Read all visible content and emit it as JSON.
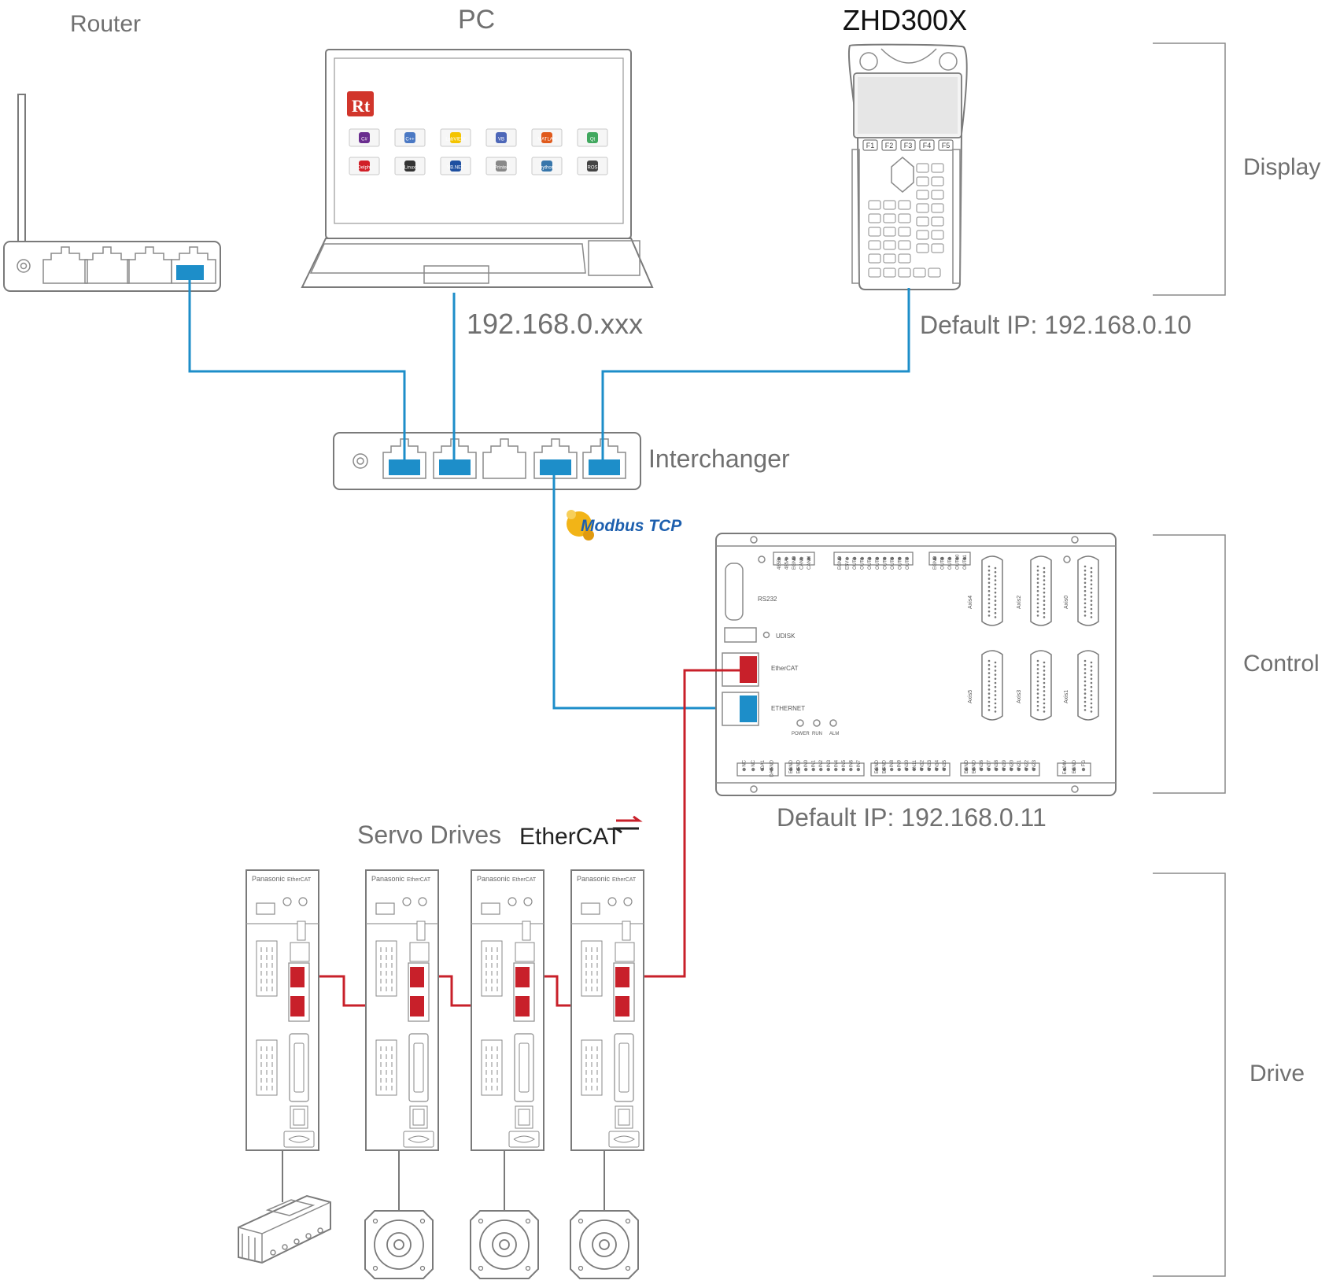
{
  "labels": {
    "router": "Router",
    "pc": "PC",
    "pendant": "ZHD300X",
    "pc_ip": "192.168.0.xxx",
    "pendant_ip": "Default IP: 192.168.0.10",
    "interchanger": "Interchanger",
    "modbus": "Modbus TCP",
    "controller_ip": "Default IP: 192.168.0.11",
    "servo_drives": "Servo Drives",
    "ethercat_logo": "EtherCAT"
  },
  "sections": [
    {
      "label": "Display"
    },
    {
      "label": "Control"
    },
    {
      "label": "Drive"
    }
  ],
  "pc_apps": [
    "C#",
    "C++",
    "LabVIEW",
    "VB",
    "MATLAB",
    "Qt",
    "Delphi",
    "Linux",
    "VB.NET",
    "Printer",
    "python",
    "ROS"
  ],
  "pc_logo": "Rt",
  "pendant_fkeys": [
    "F1",
    "F2",
    "F3",
    "F4",
    "F5"
  ],
  "controller": {
    "rs232": "RS232",
    "udisk": "UDISK",
    "ethercat_port": "EtherCAT",
    "ethernet_port": "ETHERNET",
    "leds": [
      "POWER",
      "RUN",
      "ALM"
    ],
    "axes_top": [
      "Axis4",
      "Axis2",
      "Axis0"
    ],
    "axes_bottom": [
      "Axis5",
      "Axis3",
      "Axis1"
    ],
    "top_terminals_1": [
      "485B",
      "485A",
      "EGND",
      "CANL",
      "CANH"
    ],
    "top_terminals_2": [
      "EGND",
      "E5V",
      "OUT0",
      "OUT1",
      "OUT2",
      "OUT3",
      "OUT4",
      "OUT5",
      "OUT6",
      "OUT7"
    ],
    "top_terminals_3": [
      "EGND",
      "OUT8",
      "OUT9",
      "OUT10",
      "OUT11"
    ],
    "bottom_terminals_1": [
      "NC",
      "NC",
      "DA1",
      "DAGND"
    ],
    "bottom_terminals_2": [
      "EGND",
      "EGND",
      "IN0",
      "IN1",
      "IN2",
      "IN3",
      "IN4",
      "IN5",
      "IN6",
      "IN7"
    ],
    "bottom_terminals_3": [
      "EGND",
      "EGND",
      "IN8",
      "IN9",
      "IN10",
      "IN11",
      "IN12",
      "IN13",
      "IN14",
      "IN15"
    ],
    "bottom_terminals_4": [
      "EGND",
      "EGND",
      "IN16",
      "IN17",
      "IN18",
      "IN19",
      "IN20",
      "IN21",
      "IN22",
      "IN23"
    ],
    "bottom_terminals_5": [
      "E+24V",
      "EGND",
      "FG"
    ]
  },
  "drives": [
    {
      "brand": "Panasonic",
      "bus": "EtherCAT"
    },
    {
      "brand": "Panasonic",
      "bus": "EtherCAT"
    },
    {
      "brand": "Panasonic",
      "bus": "EtherCAT"
    },
    {
      "brand": "Panasonic",
      "bus": "EtherCAT"
    }
  ],
  "colors": {
    "ethernet_cable": "#1d8ec9",
    "ethercat_cable": "#c8202a",
    "label_text": "#707070",
    "outline": "#7a7a7a"
  }
}
